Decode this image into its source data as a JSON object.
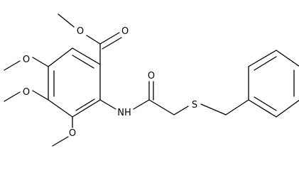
{
  "labels": {
    "o_ester_carbonyl": "O",
    "o_ester_single": "O",
    "o_methoxy_5": "O",
    "o_methoxy_4": "O",
    "o_methoxy_3": "O",
    "o_amide": "O",
    "nh_amide": "NH",
    "s_thioether": "S"
  },
  "colors": {
    "bond": "#000000",
    "text": "#000000",
    "background": "#ffffff"
  }
}
